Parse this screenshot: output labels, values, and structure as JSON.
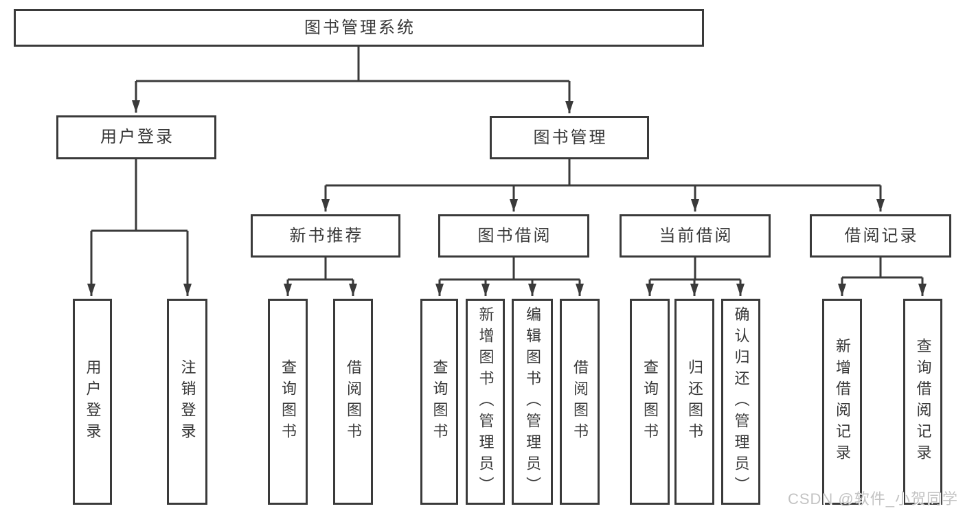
{
  "diagram": {
    "title": "图书管理系统",
    "colors": {
      "line": "#3a3a3a",
      "text": "#383838",
      "background": "#ffffff",
      "watermark": "#c3c3c3"
    },
    "nodes": {
      "root": {
        "label": "图书管理系统",
        "level": 1
      },
      "user_login_branch": {
        "label": "用户登录",
        "level": 2
      },
      "book_management": {
        "label": "图书管理",
        "level": 2
      },
      "new_book_recommend": {
        "label": "新书推荐",
        "level": 3,
        "parent": "book_management"
      },
      "book_borrow": {
        "label": "图书借阅",
        "level": 3,
        "parent": "book_management"
      },
      "current_borrow": {
        "label": "当前借阅",
        "level": 3,
        "parent": "book_management"
      },
      "borrow_records": {
        "label": "借阅记录",
        "level": 3,
        "parent": "book_management"
      },
      "leaf_user_login": {
        "label": "用户登录",
        "parent": "user_login_branch"
      },
      "leaf_logout": {
        "label": "注销登录",
        "parent": "user_login_branch"
      },
      "leaf_query_books_1": {
        "label": "查询图书",
        "parent": "new_book_recommend"
      },
      "leaf_borrow_books_1": {
        "label": "借阅图书",
        "parent": "new_book_recommend"
      },
      "leaf_query_books_2": {
        "label": "查询图书",
        "parent": "book_borrow"
      },
      "leaf_add_book_admin": {
        "label": "新增图书（管理员）",
        "parent": "book_borrow"
      },
      "leaf_edit_book_admin": {
        "label": "编辑图书（管理员）",
        "parent": "book_borrow"
      },
      "leaf_borrow_books_2": {
        "label": "借阅图书",
        "parent": "book_borrow"
      },
      "leaf_query_books_3": {
        "label": "查询图书",
        "parent": "current_borrow"
      },
      "leaf_return_book": {
        "label": "归还图书",
        "parent": "current_borrow"
      },
      "leaf_confirm_return_admin": {
        "label": "确认归还（管理员）",
        "parent": "current_borrow"
      },
      "leaf_add_borrow_record": {
        "label": "新增借阅记录",
        "parent": "borrow_records"
      },
      "leaf_query_borrow_record": {
        "label": "查询借阅记录",
        "parent": "borrow_records"
      }
    },
    "watermark": "CSDN @软件_小贺同学"
  }
}
